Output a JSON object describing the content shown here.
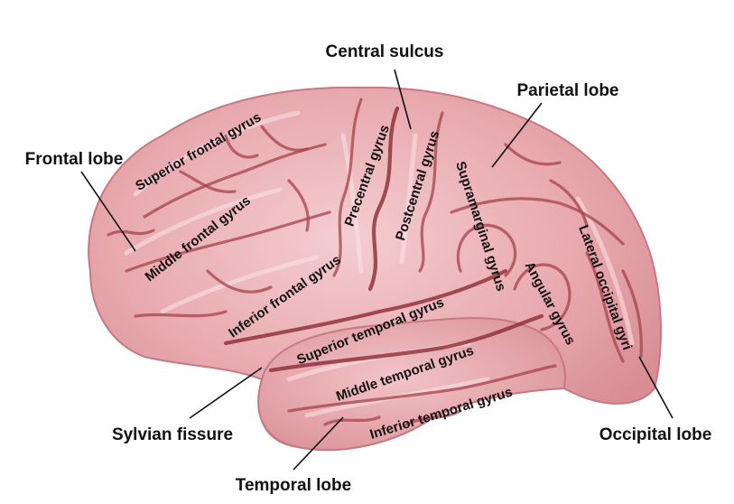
{
  "labels": {
    "central_sulcus": "Central sulcus",
    "parietal_lobe": "Parietal lobe",
    "frontal_lobe": "Frontal lobe",
    "sylvian_fissure": "Sylvian fissure",
    "temporal_lobe": "Temporal lobe",
    "occipital_lobe": "Occipital lobe"
  },
  "gyri": {
    "superior_frontal": "Superior frontal gyrus",
    "middle_frontal": "Middle frontal gyrus",
    "inferior_frontal": "Inferior frontal gyrus",
    "precentral": "Precentral gyrus",
    "postcentral": "Postcentral gyrus",
    "supramarginal": "Supramarginal gyrus",
    "angular": "Angular gyrus",
    "lateral_occipital": "Lateral occipital gyri",
    "superior_temporal": "Superior temporal gyrus",
    "middle_temporal": "Middle temporal gyrus",
    "inferior_temporal": "Inferior temporal gyrus"
  },
  "colors": {
    "cortex": "#e7a7ad",
    "cortex_light": "#f3c9cc",
    "sulcus": "#a4424c",
    "text": "#111111"
  }
}
